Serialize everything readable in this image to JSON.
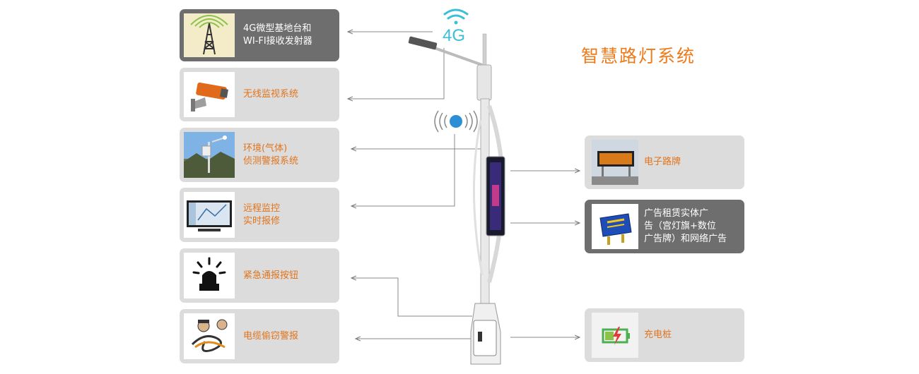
{
  "title": "智慧路灯系统",
  "signal_label": "4G",
  "colors": {
    "accent": "#ee7a1a",
    "card_light": "#dcdcdc",
    "card_dark": "#6e6e6e",
    "wifi": "#3bbfd6"
  },
  "left_items": [
    {
      "label": "4G微型基地台和\nWI-FI接收发射器",
      "icon": "antenna-tower-icon",
      "style": "dark"
    },
    {
      "label": "无线监视系统",
      "icon": "cctv-camera-icon",
      "style": "light"
    },
    {
      "label": "环境(气体)\n侦测警报系统",
      "icon": "weather-station-icon",
      "style": "light"
    },
    {
      "label": "远程监控\n实时报修",
      "icon": "monitor-screen-icon",
      "style": "light"
    },
    {
      "label": "紧急通报按钮",
      "icon": "alarm-beacon-icon",
      "style": "light"
    },
    {
      "label": "电缆偷窃警报",
      "icon": "cable-thief-icon",
      "style": "light"
    }
  ],
  "right_items": [
    {
      "label": "电子路牌",
      "icon": "led-road-sign-icon",
      "style": "light"
    },
    {
      "label": "广告租赁实体广\n告（宫灯旗+数位\n广告牌）和网络广告",
      "icon": "billboard-icon",
      "style": "dark"
    },
    {
      "label": "充电桩",
      "icon": "charging-battery-icon",
      "style": "light"
    }
  ]
}
